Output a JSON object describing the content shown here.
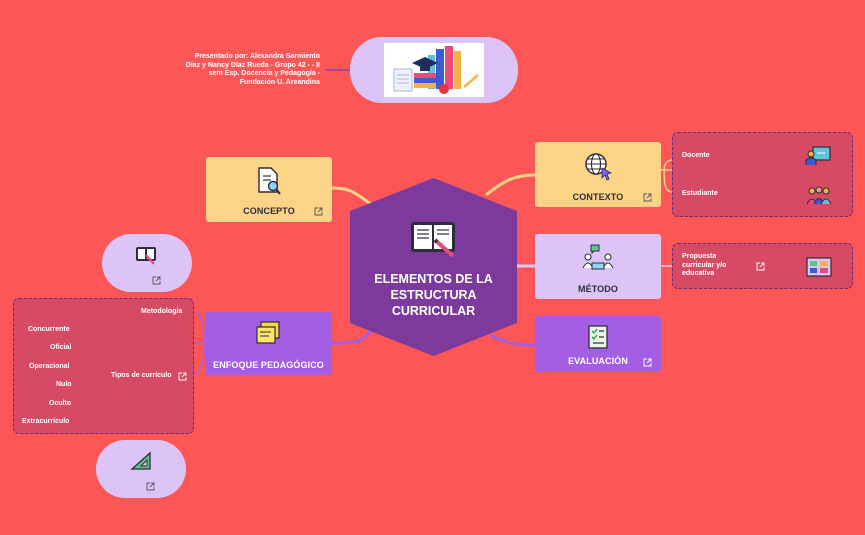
{
  "central": {
    "title": "ELEMENTOS DE LA ESTRUCTURA CURRICULAR",
    "line1": "ELEMENTOS DE LA",
    "line2": "ESTRUCTURA",
    "line3": "CURRICULAR",
    "icon": "open-book-icon"
  },
  "author": {
    "lines": [
      "Presentado por: Alexandra Sarmiento",
      "Díaz y Nancy Díaz Rueda - Grupo 42 - - II",
      "sem Esp. Docencia y Pedagogía -",
      "Fundación U. Areandina"
    ],
    "image": "education-books-illustration"
  },
  "nodes": {
    "concepto": {
      "label": "CONCEPTO",
      "icon": "document-search-icon"
    },
    "contexto": {
      "label": "CONTEXTO",
      "icon": "globe-cursor-icon"
    },
    "metodo": {
      "label": "MÉTODO",
      "icon": "meeting-icon"
    },
    "evaluacion": {
      "label": "EVALUACIÓN",
      "icon": "checklist-icon"
    },
    "enfoque": {
      "label": "ENFOQUE PEDAGÓGICO",
      "icon": "sticky-notes-icon"
    }
  },
  "contexto_children": [
    {
      "label": "Docente",
      "icon": "teacher-board-icon"
    },
    {
      "label": "Estudiante",
      "icon": "students-icon"
    }
  ],
  "metodo_children": [
    {
      "label1": "Propuesta",
      "label2": "curricular y/o",
      "label3": "educativa",
      "icon": "curriculum-board-icon"
    }
  ],
  "enfoque_children": {
    "metodologia": "Metodología",
    "tipos": "Tipos de currículo",
    "tipos_list": [
      "Concurrente",
      "Oficial",
      "Operacional",
      "Nulo",
      "Oculto",
      "Extracurrículo"
    ]
  },
  "floating": [
    {
      "icon": "book-pencil-icon"
    },
    {
      "icon": "ruler-triangle-icon"
    }
  ],
  "colors": {
    "background": "#fc5656",
    "central": "#7d3a9d",
    "yellow": "#fcd488",
    "lavender": "#dcc5f6",
    "purple": "#a35ee4",
    "group": "#d74a63"
  }
}
